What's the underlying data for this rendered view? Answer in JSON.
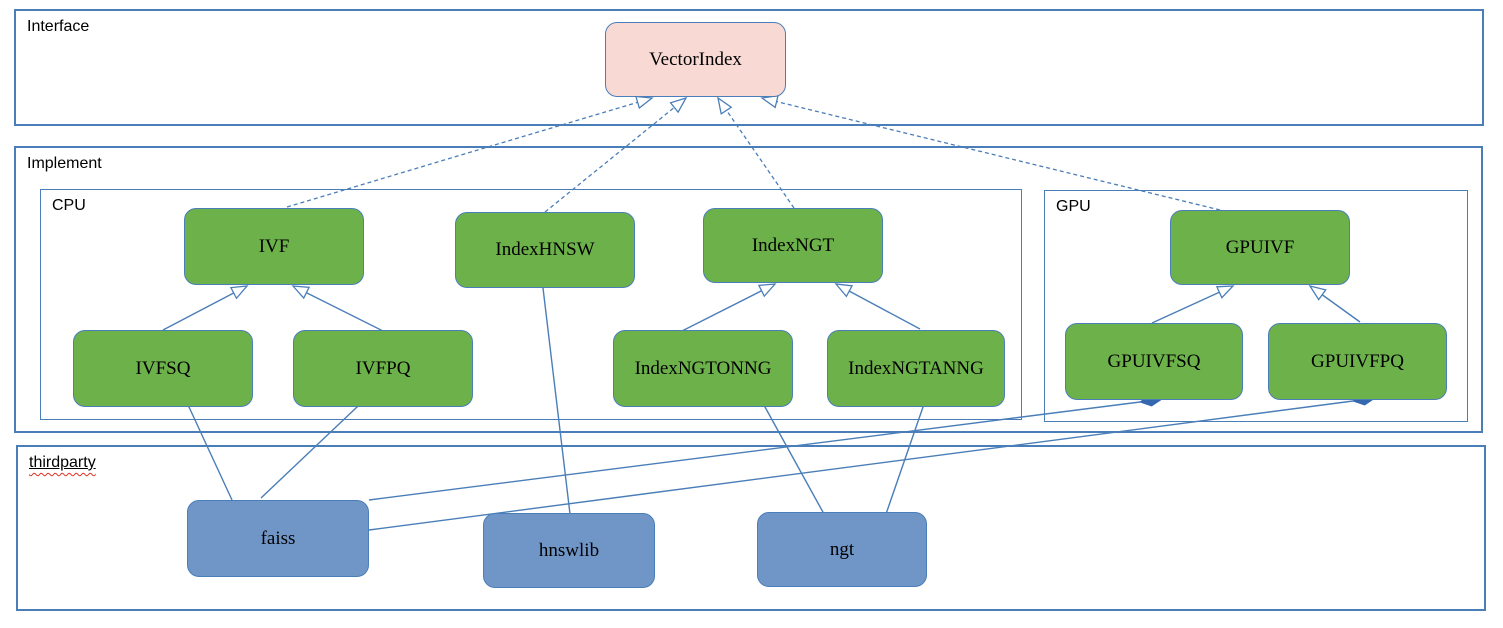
{
  "sections": {
    "interface": {
      "label": "Interface"
    },
    "implement": {
      "label": "Implement"
    },
    "cpu": {
      "label": "CPU"
    },
    "gpu": {
      "label": "GPU"
    },
    "thirdparty": {
      "label": "thirdparty"
    }
  },
  "nodes": {
    "vectorindex": {
      "label": "VectorIndex",
      "kind": "interface"
    },
    "ivf": {
      "label": "IVF",
      "kind": "cpu-implementation"
    },
    "indexhnsw": {
      "label": "IndexHNSW",
      "kind": "cpu-implementation"
    },
    "indexngt": {
      "label": "IndexNGT",
      "kind": "cpu-implementation"
    },
    "ivfsq": {
      "label": "IVFSQ",
      "kind": "cpu-implementation"
    },
    "ivfpq": {
      "label": "IVFPQ",
      "kind": "cpu-implementation"
    },
    "indexngtonng": {
      "label": "IndexNGTONNG",
      "kind": "cpu-implementation"
    },
    "indexngtanng": {
      "label": "IndexNGTANNG",
      "kind": "cpu-implementation"
    },
    "gpuivf": {
      "label": "GPUIVF",
      "kind": "gpu-implementation"
    },
    "gpuivfsq": {
      "label": "GPUIVFSQ",
      "kind": "gpu-implementation"
    },
    "gpuivfpq": {
      "label": "GPUIVFPQ",
      "kind": "gpu-implementation"
    },
    "faiss": {
      "label": "faiss",
      "kind": "thirdparty-library"
    },
    "hnswlib": {
      "label": "hnswlib",
      "kind": "thirdparty-library"
    },
    "ngt": {
      "label": "ngt",
      "kind": "thirdparty-library"
    }
  },
  "relationships": [
    {
      "from": "IVF",
      "to": "VectorIndex",
      "type": "realization-dashed-hollow-arrow"
    },
    {
      "from": "IndexHNSW",
      "to": "VectorIndex",
      "type": "realization-dashed-hollow-arrow"
    },
    {
      "from": "IndexNGT",
      "to": "VectorIndex",
      "type": "realization-dashed-hollow-arrow"
    },
    {
      "from": "GPUIVF",
      "to": "VectorIndex",
      "type": "realization-dashed-hollow-arrow"
    },
    {
      "from": "IVFSQ",
      "to": "IVF",
      "type": "generalization-hollow-arrow"
    },
    {
      "from": "IVFPQ",
      "to": "IVF",
      "type": "generalization-hollow-arrow"
    },
    {
      "from": "IndexNGTONNG",
      "to": "IndexNGT",
      "type": "generalization-hollow-arrow"
    },
    {
      "from": "IndexNGTANNG",
      "to": "IndexNGT",
      "type": "generalization-hollow-arrow"
    },
    {
      "from": "GPUIVFSQ",
      "to": "GPUIVF",
      "type": "generalization-hollow-arrow"
    },
    {
      "from": "GPUIVFPQ",
      "to": "GPUIVF",
      "type": "generalization-hollow-arrow"
    },
    {
      "from": "IVFSQ",
      "to": "faiss",
      "type": "composition-filled-diamond"
    },
    {
      "from": "IVFPQ",
      "to": "faiss",
      "type": "composition-filled-diamond"
    },
    {
      "from": "GPUIVFSQ",
      "to": "faiss",
      "type": "composition-filled-diamond"
    },
    {
      "from": "GPUIVFPQ",
      "to": "faiss",
      "type": "composition-filled-diamond"
    },
    {
      "from": "IndexHNSW",
      "to": "hnswlib",
      "type": "composition-filled-diamond"
    },
    {
      "from": "IndexNGTONNG",
      "to": "ngt",
      "type": "composition-filled-diamond"
    },
    {
      "from": "IndexNGTANNG",
      "to": "ngt",
      "type": "composition-filled-diamond"
    }
  ],
  "colors": {
    "node_green": "#6cb14a",
    "node_pink": "#f8d9d4",
    "node_blue": "#7096c8",
    "stroke_blue": "#4a7eb8",
    "diamond_blue": "#3668b0",
    "squiggle_red": "#e03020",
    "text": "#000000",
    "background": "#ffffff"
  }
}
